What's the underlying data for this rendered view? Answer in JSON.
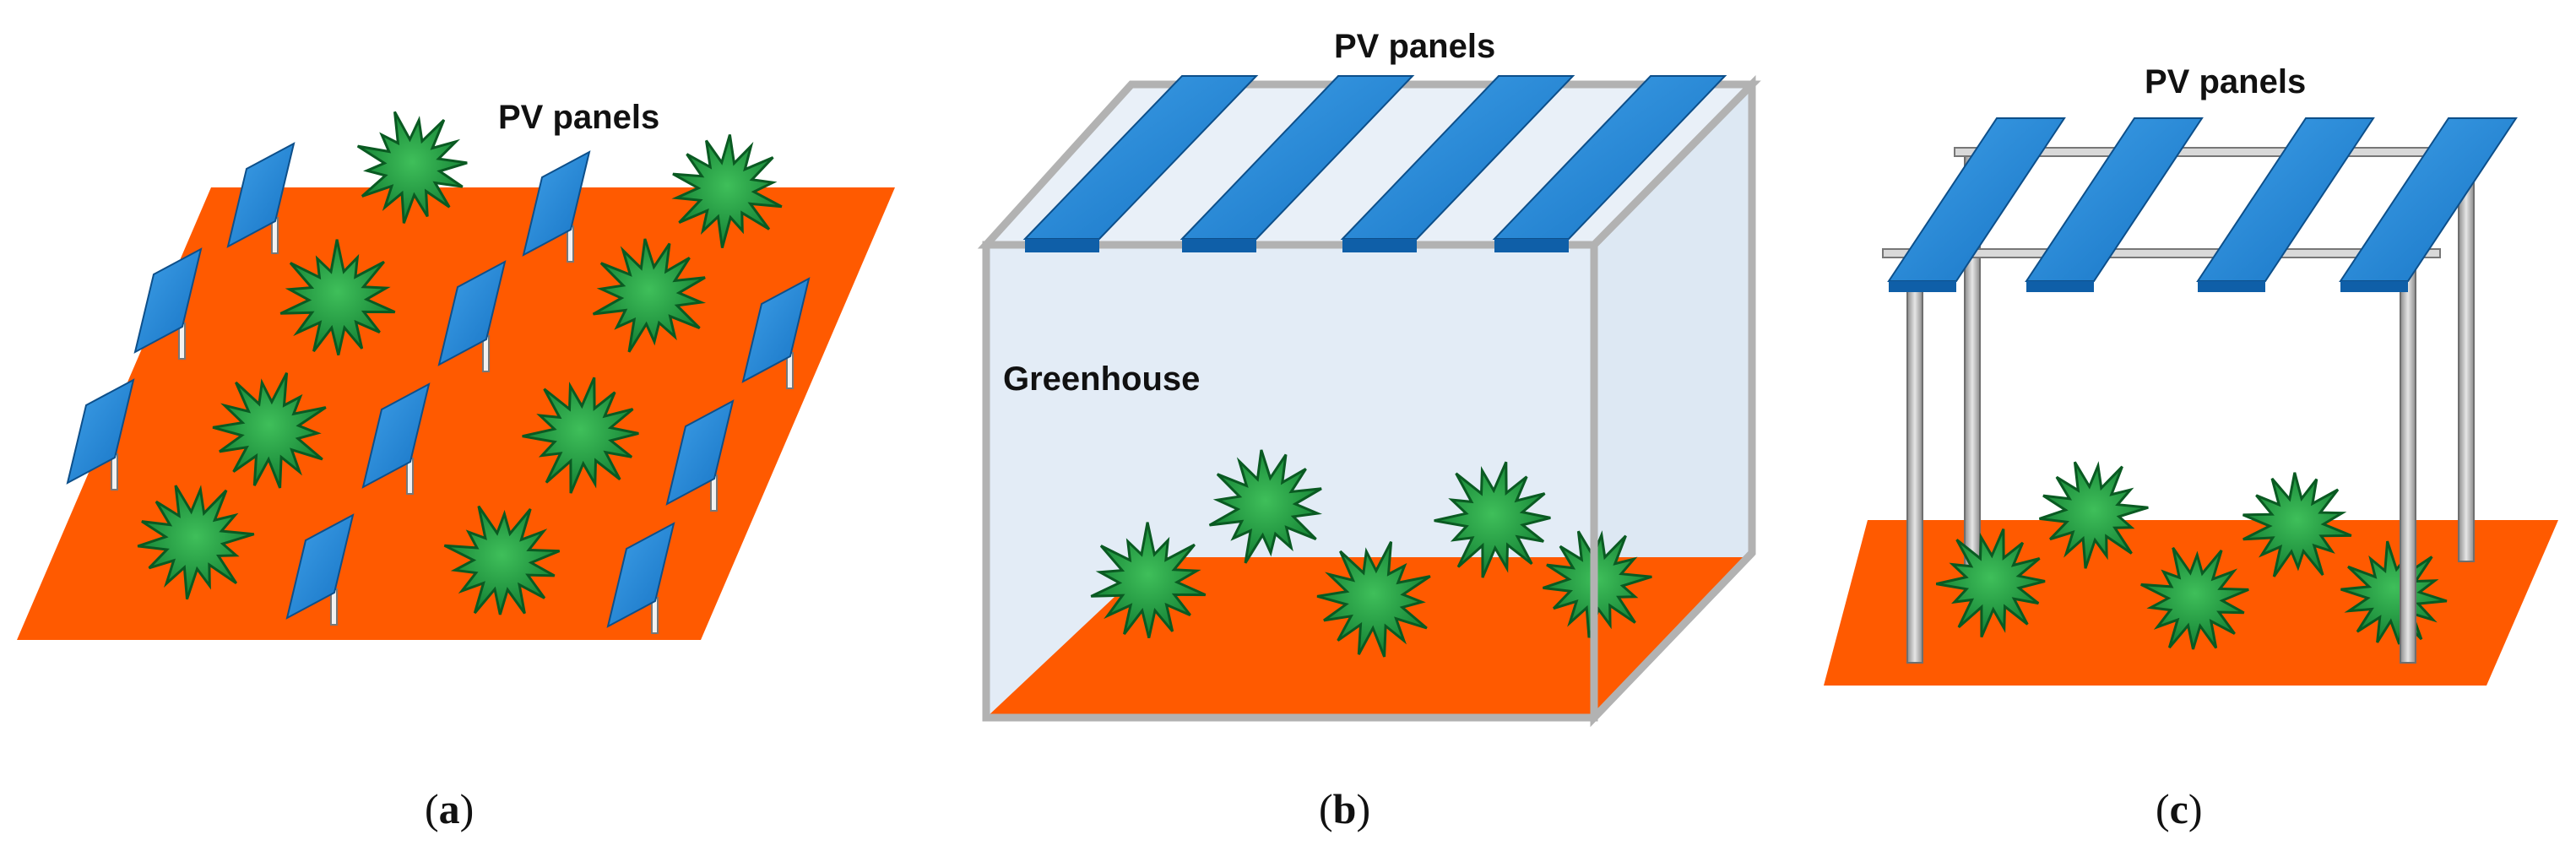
{
  "panel_a": {
    "pv_label": "PV panels",
    "caption": {
      "open": "(",
      "letter": "a",
      "close": ")"
    }
  },
  "panel_b": {
    "pv_label": "PV panels",
    "greenhouse_label": "Greenhouse",
    "caption": {
      "open": "(",
      "letter": "b",
      "close": ")"
    }
  },
  "panel_c": {
    "pv_label": "PV panels",
    "caption": {
      "open": "(",
      "letter": "c",
      "close": ")"
    }
  },
  "colors": {
    "soil": "#ff5a00",
    "panel": "#1e88d6",
    "panel_edge": "#0d4f8a",
    "plant": "#16a34a",
    "plant_edge": "#0a5a22",
    "glass": "#e6eef7",
    "frame": "#b2b2b2"
  }
}
